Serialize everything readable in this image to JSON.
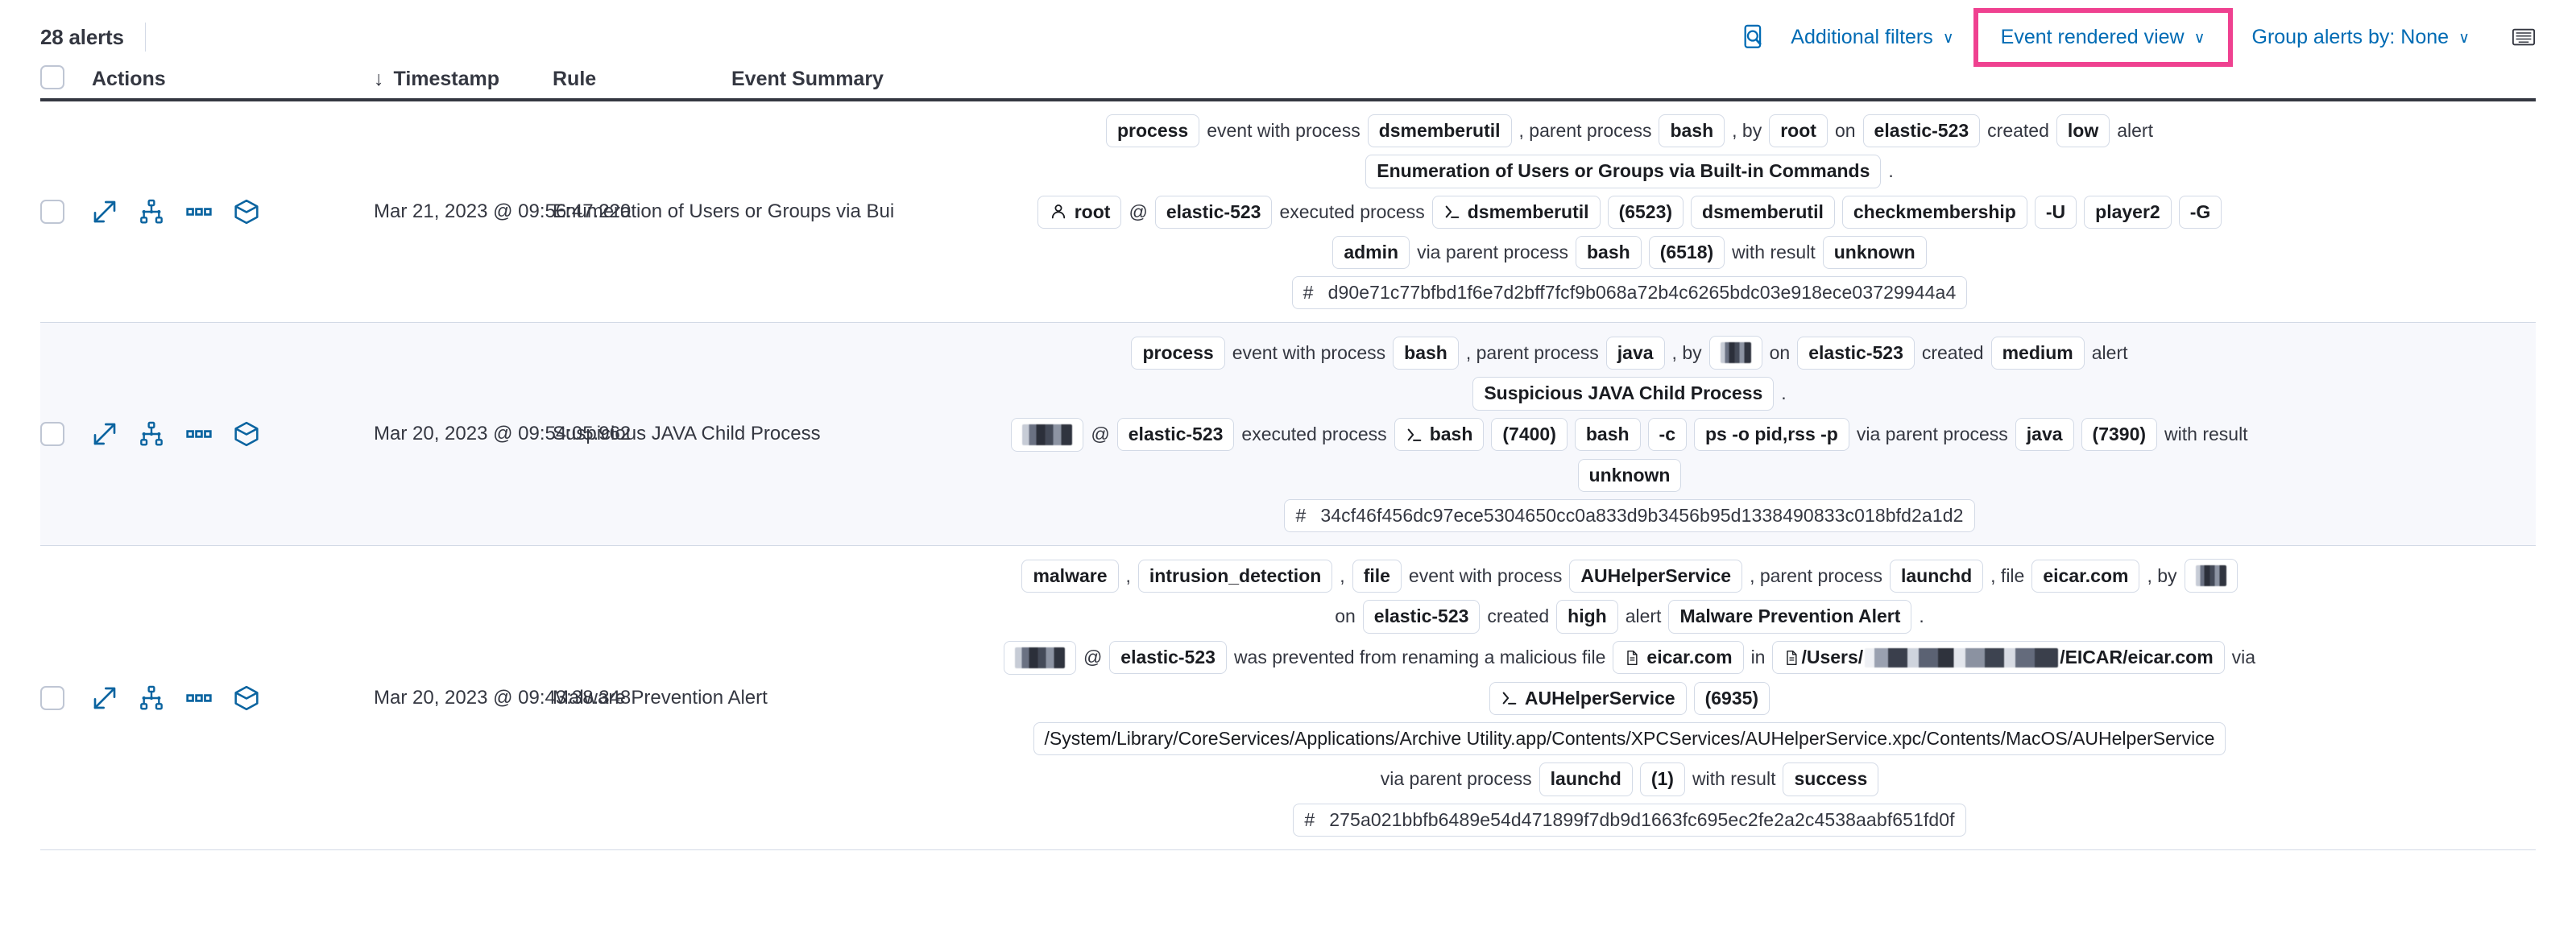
{
  "toolbar": {
    "alert_count": "28 alerts",
    "inspect_icon": "inspect-icon",
    "additional_filters": "Additional filters",
    "event_rendered_view": "Event rendered view",
    "group_alerts_by": "Group alerts by: None",
    "chevron": "∨",
    "keyboard_icon": "keyboard-shortcuts-icon",
    "highlight_color": "#ef4190",
    "link_color": "#006bb4"
  },
  "table": {
    "headers": {
      "actions": "Actions",
      "timestamp": "Timestamp",
      "sort_arrow": "↓",
      "rule": "Rule",
      "event_summary": "Event Summary"
    },
    "row_action_icons": [
      "expand-icon",
      "session-view-icon",
      "more-actions-icon",
      "analyzer-cube-icon"
    ],
    "rows": [
      {
        "timestamp": "Mar 21, 2023 @ 09:56:47.220",
        "rule": "Enumeration of Users or Groups via Bui",
        "shaded": false,
        "summary_lines": [
          [
            {
              "t": "chip",
              "v": "process"
            },
            {
              "t": "txt",
              "v": "event with process"
            },
            {
              "t": "chip",
              "v": "dsmemberutil"
            },
            {
              "t": "txt",
              "v": ", parent process"
            },
            {
              "t": "chip",
              "v": "bash"
            },
            {
              "t": "txt",
              "v": ", by"
            },
            {
              "t": "chip",
              "v": "root"
            },
            {
              "t": "txt",
              "v": "on"
            },
            {
              "t": "chip",
              "v": "elastic-523"
            },
            {
              "t": "txt",
              "v": "created"
            },
            {
              "t": "chip",
              "v": "low"
            },
            {
              "t": "txt",
              "v": "alert"
            }
          ],
          [
            {
              "t": "chip",
              "v": "Enumeration of Users or Groups via Built-in Commands"
            },
            {
              "t": "txt",
              "v": "."
            }
          ],
          [
            {
              "t": "chip-user",
              "v": "root"
            },
            {
              "t": "txt",
              "v": "@"
            },
            {
              "t": "chip",
              "v": "elastic-523"
            },
            {
              "t": "txt",
              "v": "executed process"
            },
            {
              "t": "chip-proc",
              "v": "dsmemberutil"
            },
            {
              "t": "chip",
              "v": "(6523)"
            },
            {
              "t": "chip",
              "v": "dsmemberutil"
            },
            {
              "t": "chip",
              "v": "checkmembership"
            },
            {
              "t": "chip",
              "v": "-U"
            },
            {
              "t": "chip",
              "v": "player2"
            },
            {
              "t": "chip",
              "v": "-G"
            }
          ],
          [
            {
              "t": "chip",
              "v": "admin"
            },
            {
              "t": "txt",
              "v": "via parent process"
            },
            {
              "t": "chip",
              "v": "bash"
            },
            {
              "t": "chip",
              "v": "(6518)"
            },
            {
              "t": "txt",
              "v": "with result"
            },
            {
              "t": "chip",
              "v": "unknown"
            }
          ],
          [
            {
              "t": "chip-hash",
              "v": "d90e71c77bfbd1f6e7d2bff7fcf9b068a72b4c6265bdc03e918ece03729944a4"
            }
          ]
        ]
      },
      {
        "timestamp": "Mar 20, 2023 @ 09:54:05.962",
        "rule": "Suspicious JAVA Child Process",
        "shaded": true,
        "summary_lines": [
          [
            {
              "t": "chip",
              "v": "process"
            },
            {
              "t": "txt",
              "v": "event with process"
            },
            {
              "t": "chip",
              "v": "bash"
            },
            {
              "t": "txt",
              "v": ", parent process"
            },
            {
              "t": "chip",
              "v": "java"
            },
            {
              "t": "txt",
              "v": ", by"
            },
            {
              "t": "chip-redact",
              "v": "w3"
            },
            {
              "t": "txt",
              "v": "on"
            },
            {
              "t": "chip",
              "v": "elastic-523"
            },
            {
              "t": "txt",
              "v": "created"
            },
            {
              "t": "chip",
              "v": "medium"
            },
            {
              "t": "txt",
              "v": "alert"
            }
          ],
          [
            {
              "t": "chip",
              "v": "Suspicious JAVA Child Process"
            },
            {
              "t": "txt",
              "v": "."
            }
          ],
          [
            {
              "t": "chip-redact",
              "v": "w2"
            },
            {
              "t": "txt",
              "v": "@"
            },
            {
              "t": "chip",
              "v": "elastic-523"
            },
            {
              "t": "txt",
              "v": "executed process"
            },
            {
              "t": "chip-proc",
              "v": "bash"
            },
            {
              "t": "chip",
              "v": "(7400)"
            },
            {
              "t": "chip",
              "v": "bash"
            },
            {
              "t": "chip",
              "v": "-c"
            },
            {
              "t": "chip",
              "v": "ps -o pid,rss -p"
            },
            {
              "t": "txt",
              "v": "via parent process"
            },
            {
              "t": "chip",
              "v": "java"
            },
            {
              "t": "chip",
              "v": "(7390)"
            },
            {
              "t": "txt",
              "v": "with result"
            }
          ],
          [
            {
              "t": "chip",
              "v": "unknown"
            }
          ],
          [
            {
              "t": "chip-hash",
              "v": "34cf46f456dc97ece5304650cc0a833d9b3456b95d1338490833c018bfd2a1d2"
            }
          ]
        ]
      },
      {
        "timestamp": "Mar 20, 2023 @ 09:43:38.348",
        "rule": "Malware Prevention Alert",
        "shaded": false,
        "summary_lines": [
          [
            {
              "t": "chip",
              "v": "malware"
            },
            {
              "t": "txt",
              "v": ","
            },
            {
              "t": "chip",
              "v": "intrusion_detection"
            },
            {
              "t": "txt",
              "v": ","
            },
            {
              "t": "chip",
              "v": "file"
            },
            {
              "t": "txt",
              "v": "event with process"
            },
            {
              "t": "chip",
              "v": "AUHelperService"
            },
            {
              "t": "txt",
              "v": ", parent process"
            },
            {
              "t": "chip",
              "v": "launchd"
            },
            {
              "t": "txt",
              "v": ", file"
            },
            {
              "t": "chip",
              "v": "eicar.com"
            },
            {
              "t": "txt",
              "v": ", by"
            },
            {
              "t": "chip-redact",
              "v": "w3"
            }
          ],
          [
            {
              "t": "txt",
              "v": "on"
            },
            {
              "t": "chip",
              "v": "elastic-523"
            },
            {
              "t": "txt",
              "v": "created"
            },
            {
              "t": "chip",
              "v": "high"
            },
            {
              "t": "txt",
              "v": "alert"
            },
            {
              "t": "chip",
              "v": "Malware Prevention Alert"
            },
            {
              "t": "txt",
              "v": "."
            }
          ],
          [
            {
              "t": "chip-redact",
              "v": "w2"
            },
            {
              "t": "txt",
              "v": "@"
            },
            {
              "t": "chip",
              "v": "elastic-523"
            },
            {
              "t": "txt",
              "v": "was prevented from renaming a malicious file"
            },
            {
              "t": "chip-file",
              "v": "eicar.com"
            },
            {
              "t": "txt",
              "v": "in"
            },
            {
              "t": "chip-file-redact",
              "v": "/Users/|/EICAR/eicar.com"
            },
            {
              "t": "txt",
              "v": "via"
            }
          ],
          [
            {
              "t": "chip-proc",
              "v": "AUHelperService"
            },
            {
              "t": "chip",
              "v": "(6935)"
            }
          ],
          [
            {
              "t": "chip-path",
              "v": "/System/Library/CoreServices/Applications/Archive Utility.app/Contents/XPCServices/AUHelperService.xpc/Contents/MacOS/AUHelperService"
            }
          ],
          [
            {
              "t": "txt",
              "v": "via parent process"
            },
            {
              "t": "chip",
              "v": "launchd"
            },
            {
              "t": "chip",
              "v": "(1)"
            },
            {
              "t": "txt",
              "v": "with result"
            },
            {
              "t": "chip",
              "v": "success"
            }
          ],
          [
            {
              "t": "chip-hash",
              "v": "275a021bbfb6489e54d471899f7db9d1663fc695ec2fe2a2c4538aabf651fd0f"
            }
          ]
        ]
      }
    ]
  }
}
